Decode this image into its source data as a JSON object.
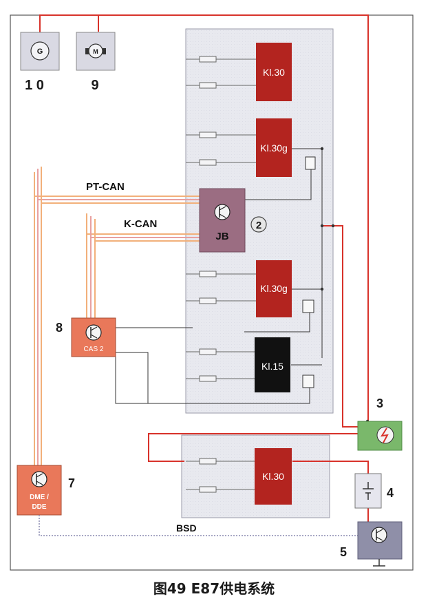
{
  "diagram": {
    "caption": "图49 E87供电系统",
    "relay_boxes": {
      "kl30_top": "Kl.30",
      "kl30g_1": "Kl.30g",
      "kl30g_2": "Kl.30g",
      "kl15": "Kl.15",
      "kl30_bsd": "Kl.30"
    },
    "modules": {
      "jb": "JB",
      "cas": "CAS 2",
      "dme_line1": "DME /",
      "dme_line2": "DDE"
    },
    "buses": {
      "pt_can": "PT-CAN",
      "k_can": "K-CAN",
      "bsd": "BSD"
    },
    "numbers": {
      "n10": "1 0",
      "n9": "9",
      "n2": "2",
      "n8": "8",
      "n3": "3",
      "n4": "4",
      "n5": "5",
      "n7": "7"
    },
    "icons": {
      "generator": "G",
      "starter": "M"
    },
    "colors": {
      "wire_red": "#d8322a",
      "relay_red": "#b3241f",
      "relay_black": "#111111",
      "module_orange": "#e9785a",
      "jb_purple": "#9b6d82",
      "fuse_green": "#7ab86b",
      "ibs_gray": "#8f8fa8",
      "panel_gray": "#ebebf0",
      "can_orange": "#f2b07a",
      "can_pink": "#e8a0a0"
    }
  }
}
